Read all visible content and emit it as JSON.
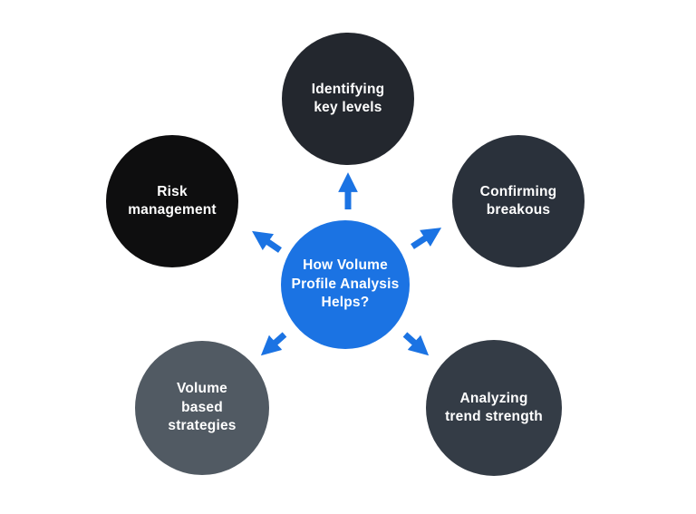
{
  "diagram": {
    "title": "How Volume Profile Analysis Helps?",
    "center": {
      "label": "How Volume Profile Analysis Helps?",
      "lines": [
        "How Volume",
        "Profile Analysis",
        "Helps?"
      ]
    },
    "nodes": {
      "top": {
        "label": "Identifying key levels",
        "lines": [
          "Identifying",
          "key levels"
        ]
      },
      "top_right": {
        "label": "Confirming breakous",
        "lines": [
          "Confirming",
          "breakous"
        ]
      },
      "bottom_right": {
        "label": "Analyzing trend strength",
        "lines": [
          "Analyzing",
          "trend strength"
        ]
      },
      "bottom_left": {
        "label": "Volume based strategies",
        "lines": [
          "Volume",
          "based",
          "strategies"
        ]
      },
      "left": {
        "label": "Risk management",
        "lines": [
          "Risk",
          "management"
        ]
      }
    },
    "arrows": [
      "up",
      "up-right",
      "up-left",
      "down-left",
      "down-right"
    ]
  },
  "colors": {
    "background": "#ffffff",
    "accent_blue": "#1b73e3",
    "node_top": "#23272e",
    "node_top_right": "#2a313b",
    "node_bottom_right": "#343c46",
    "node_bottom_left": "#515a63",
    "node_left": "#0e0e0f",
    "text": "#ffffff"
  }
}
